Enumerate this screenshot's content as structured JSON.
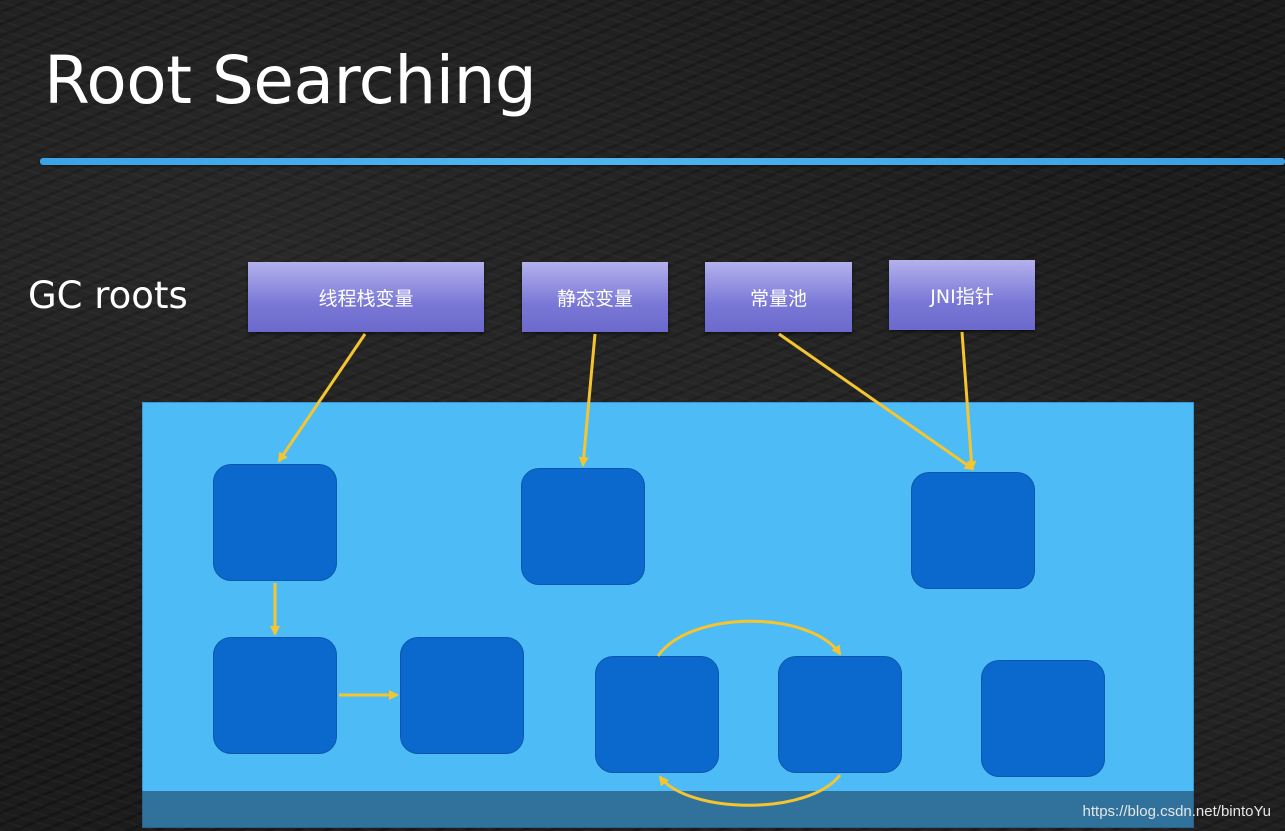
{
  "slide": {
    "title": "Root Searching",
    "gc_label": "GC roots"
  },
  "roots": [
    {
      "label": "线程栈变量"
    },
    {
      "label": "静态变量"
    },
    {
      "label": "常量池"
    },
    {
      "label": "JNI指针"
    }
  ],
  "colors": {
    "heap": "#4dbbf5",
    "node": "#0b68cc",
    "root_box": "#7a78d6",
    "arrow": "#f5c531",
    "title_rule": "#3aa3e8"
  },
  "watermark": "https://blog.csdn.net/bintoYu"
}
